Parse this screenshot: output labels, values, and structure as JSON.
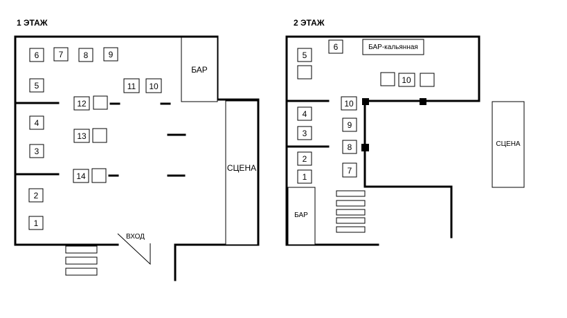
{
  "floor1": {
    "title": "1 ЭТАЖ",
    "bar": "БАР",
    "stage": "СЦЕНА",
    "entrance": "ВХОД",
    "tables": [
      "1",
      "2",
      "3",
      "4",
      "5",
      "6",
      "7",
      "8",
      "9",
      "10",
      "11",
      "12",
      "13",
      "14"
    ]
  },
  "floor2": {
    "title": "2 ЭТАЖ",
    "bar": "БАР",
    "hookah_bar": "БАР-кальянная",
    "stage": "СЦЕНА",
    "tables": [
      "1",
      "2",
      "3",
      "4",
      "5",
      "6",
      "7",
      "8",
      "9",
      "10",
      "10"
    ]
  }
}
